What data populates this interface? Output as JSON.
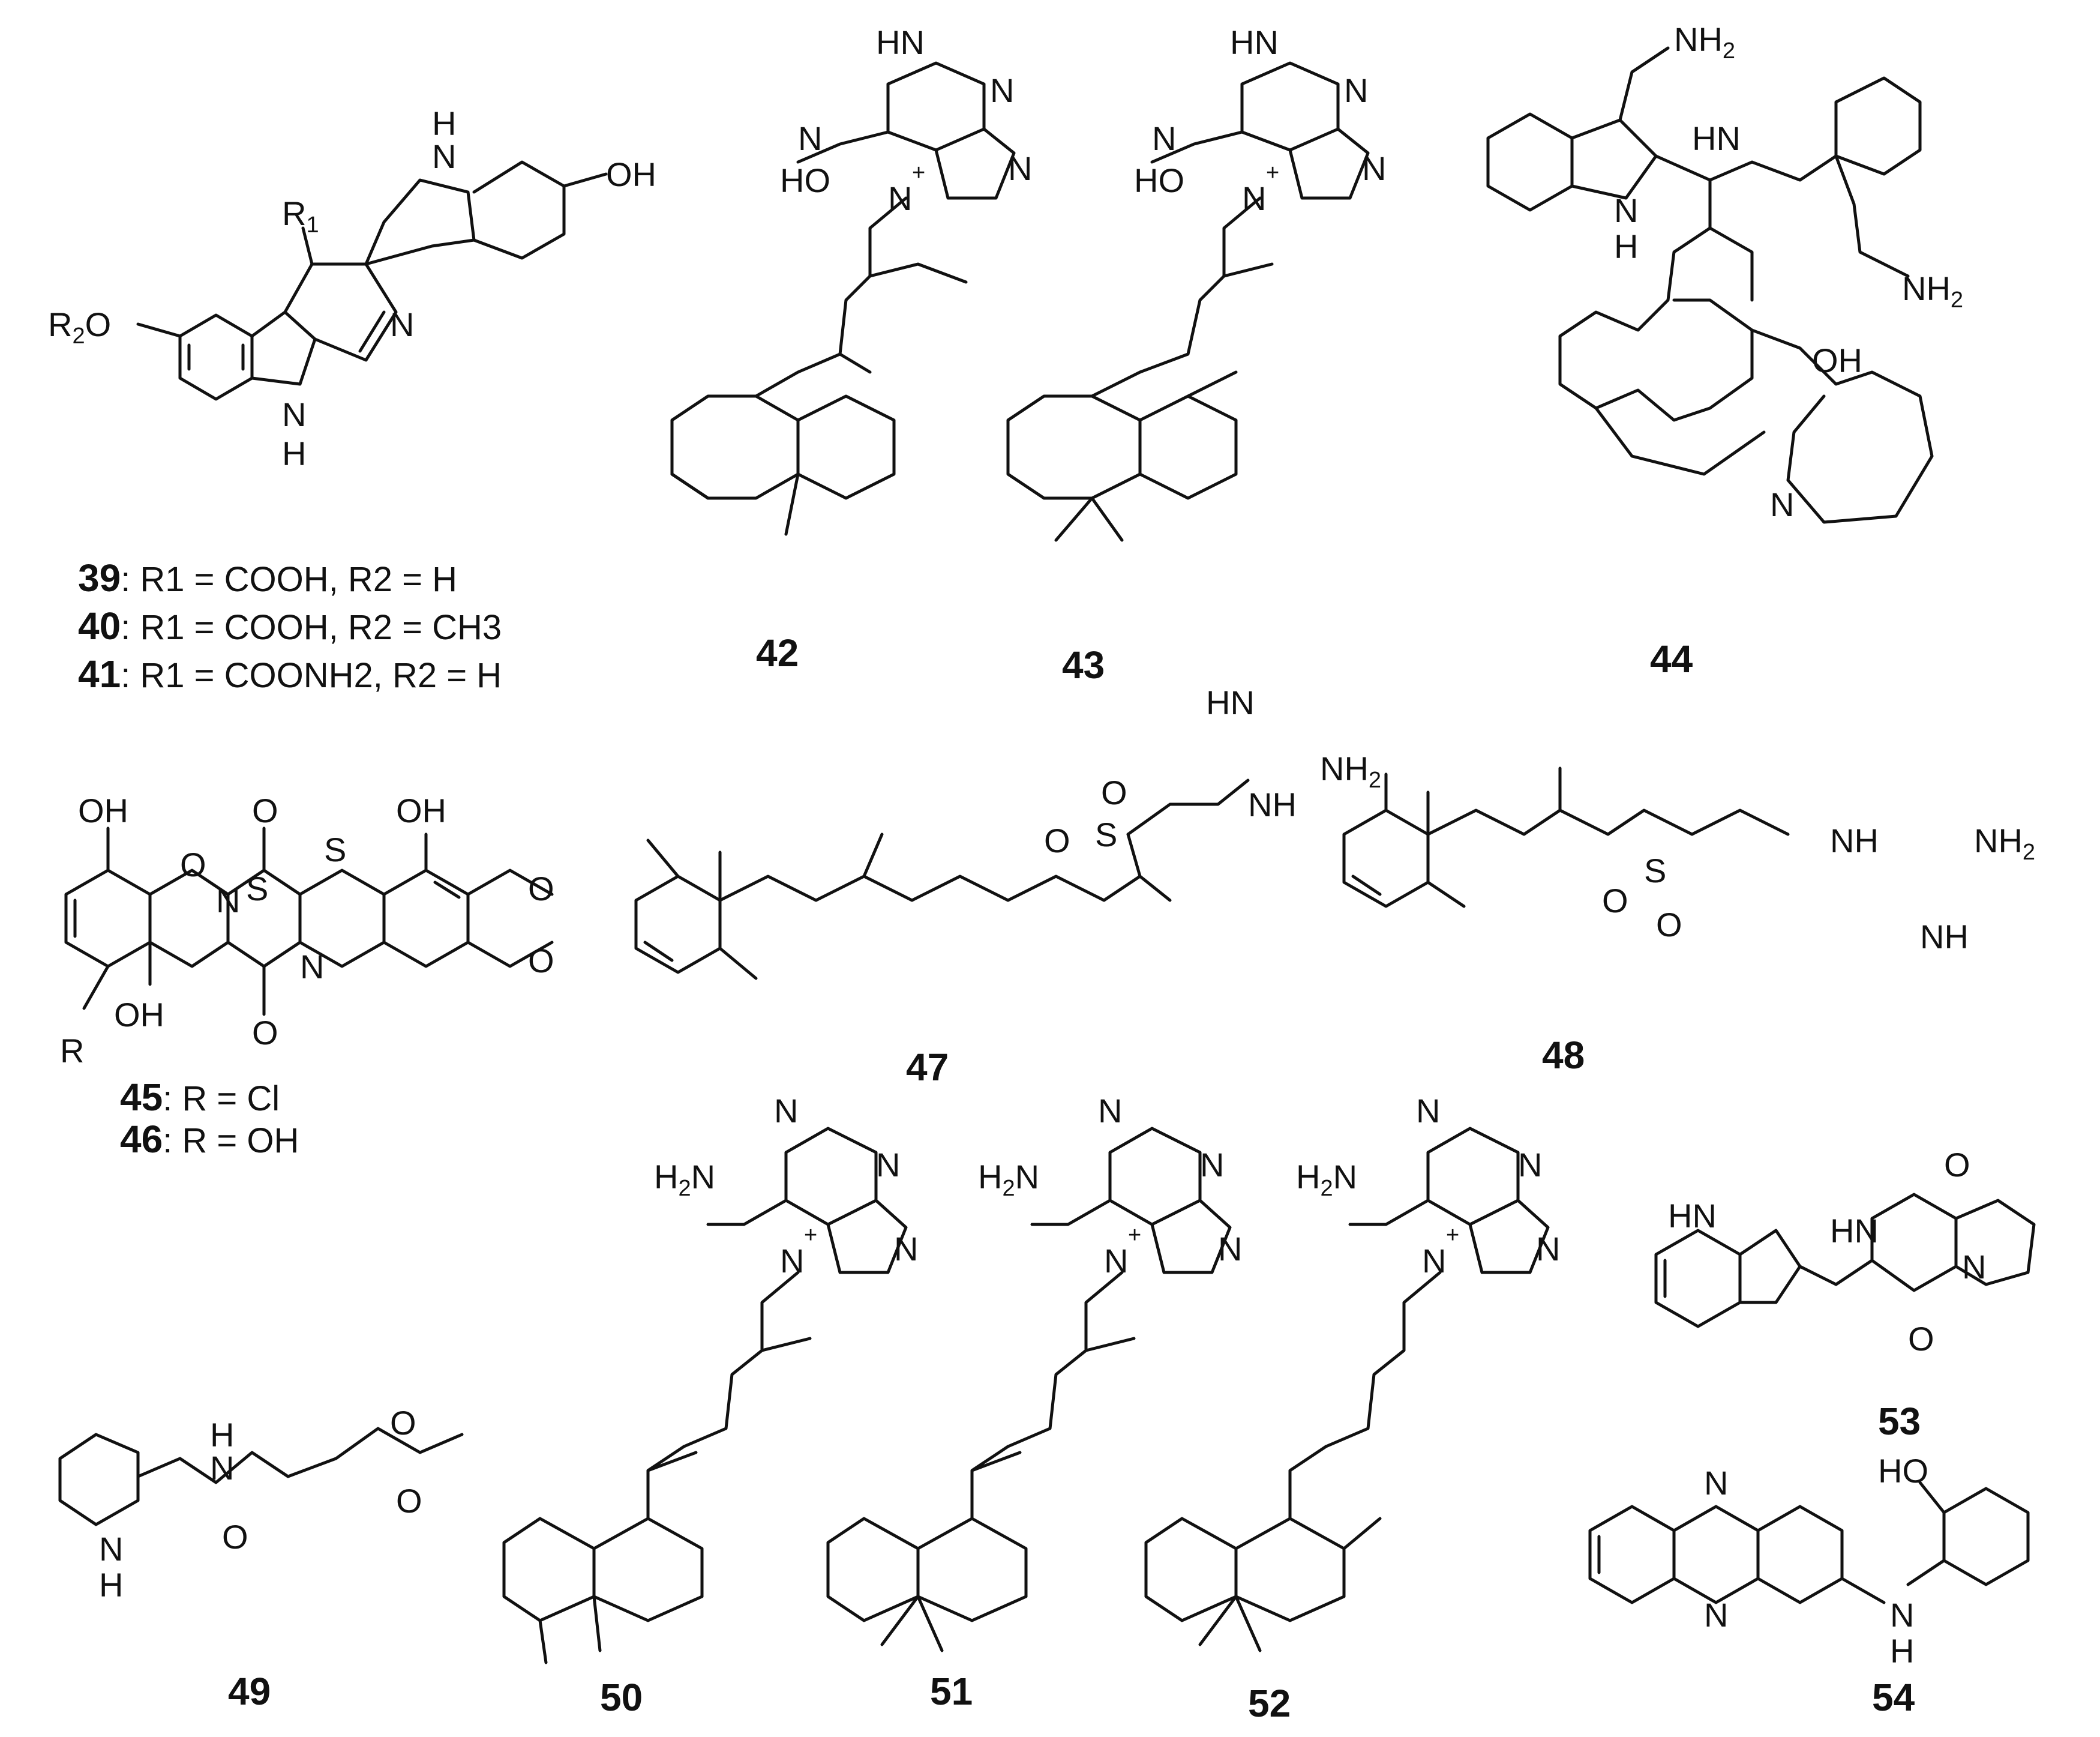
{
  "compounds": [
    {
      "id": "39",
      "caption": ": R1 = COOH, R2 = H"
    },
    {
      "id": "40",
      "caption": ": R1 = COOH, R2 = CH3"
    },
    {
      "id": "41",
      "caption": ": R1 = COONH2, R2 = H"
    },
    {
      "id": "42",
      "caption": ""
    },
    {
      "id": "43",
      "caption": ""
    },
    {
      "id": "44",
      "caption": ""
    },
    {
      "id": "45",
      "caption": ": R = Cl"
    },
    {
      "id": "46",
      "caption": ": R = OH"
    },
    {
      "id": "47",
      "caption": ""
    },
    {
      "id": "48",
      "caption": ""
    },
    {
      "id": "49",
      "caption": ""
    },
    {
      "id": "50",
      "caption": ""
    },
    {
      "id": "51",
      "caption": ""
    },
    {
      "id": "52",
      "caption": ""
    },
    {
      "id": "53",
      "caption": ""
    },
    {
      "id": "54",
      "caption": ""
    }
  ],
  "atoms": {
    "nh": "NH",
    "hn": "HN",
    "n": "N",
    "h": "H",
    "o": "O",
    "oh": "OH",
    "ho": "HO",
    "s": "S",
    "nh2": "NH",
    "h2n": "H2N",
    "r1": "R1",
    "r2o": "R2O",
    "r": "R",
    "plus": "+"
  }
}
